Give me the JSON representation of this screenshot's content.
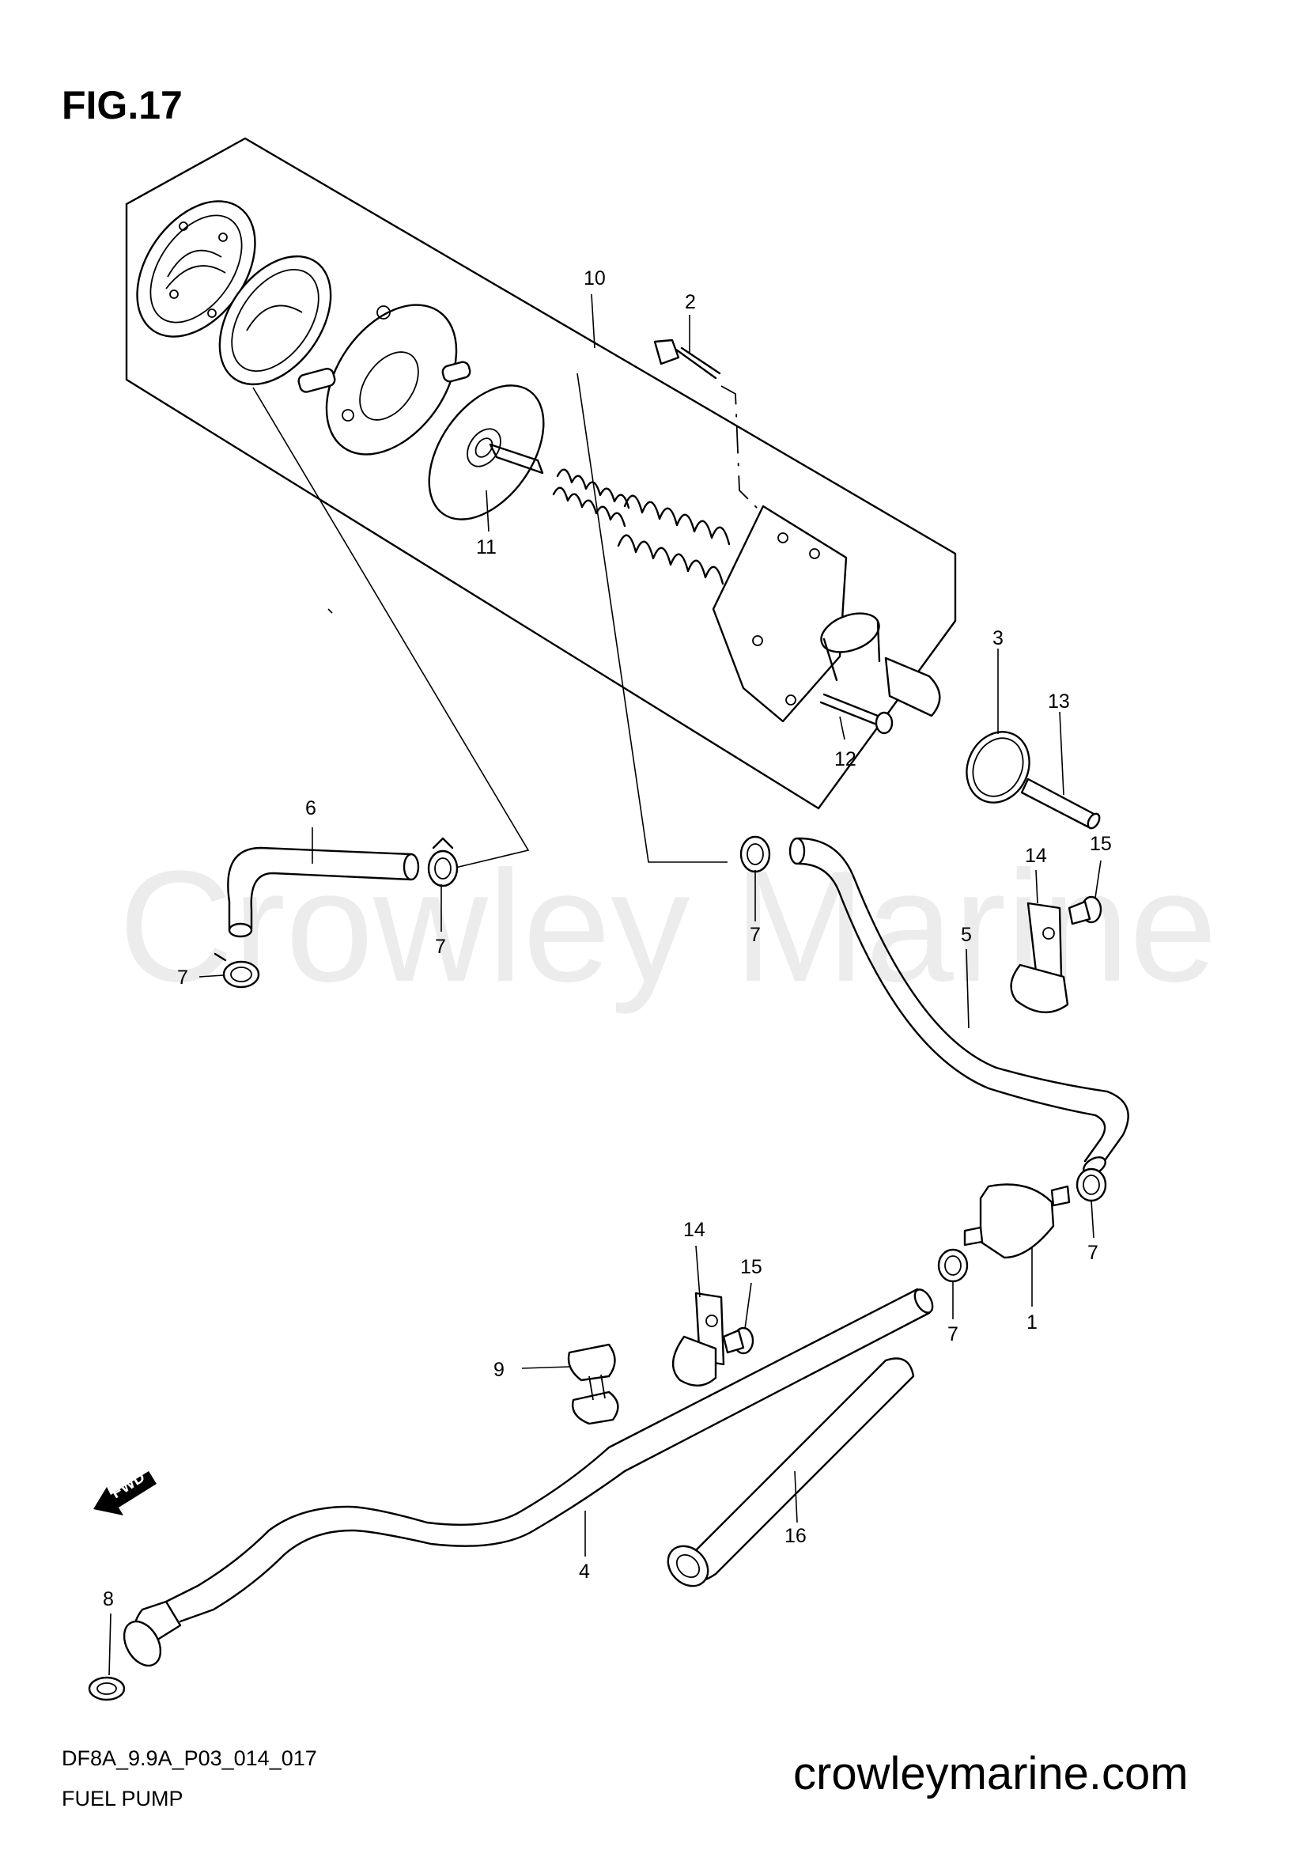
{
  "figure": {
    "title": "FIG.17",
    "model_code": "DF8A_9.9A_P03_014_017",
    "caption": "FUEL PUMP",
    "website": "crowleymarine.com",
    "watermark": "Crowley Marine",
    "direction_marker": "FWD"
  },
  "callouts": {
    "c1": "1",
    "c2": "2",
    "c3": "3",
    "c4": "4",
    "c5": "5",
    "c6": "6",
    "c7a": "7",
    "c7b": "7",
    "c7c": "7",
    "c7d": "7",
    "c7e": "7",
    "c8": "8",
    "c9": "9",
    "c10": "10",
    "c11": "11",
    "c12": "12",
    "c13": "13",
    "c14a": "14",
    "c14b": "14",
    "c15a": "15",
    "c15b": "15",
    "c16": "16"
  },
  "colors": {
    "line": "#000000",
    "background": "#ffffff",
    "watermark": "#ececec"
  }
}
